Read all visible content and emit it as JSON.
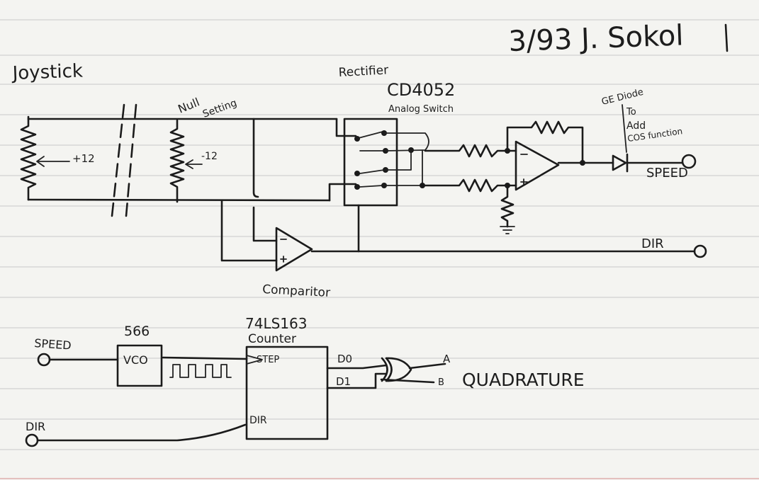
{
  "header": {
    "signature": "3/93 J. Sokol"
  },
  "labels": {
    "joystick": "Joystick",
    "null_setting_1": "Null",
    "null_setting_2": "Setting",
    "plus12": "+12",
    "minus12": "-12",
    "rectifier": "Rectifier",
    "switch_part": "CD4052",
    "switch_desc": "Analog Switch",
    "diode_note_1": "GE Diode",
    "diode_note_2": "To",
    "diode_note_3": "Add",
    "diode_note_4": "COS function",
    "speed_out": "SPEED",
    "dir_out": "DIR",
    "comparator": "Comparitor",
    "speed_in": "SPEED",
    "vco_part": "566",
    "vco": "VCO",
    "counter_part": "74LS163",
    "counter_name": "Counter",
    "step_pin": "STEP",
    "dir_pin": "DIR",
    "d0_pin": "D0",
    "d1_pin": "D1",
    "out_a": "A",
    "out_b": "B",
    "quadrature": "QUADRATURE",
    "dir_in": "DIR"
  }
}
